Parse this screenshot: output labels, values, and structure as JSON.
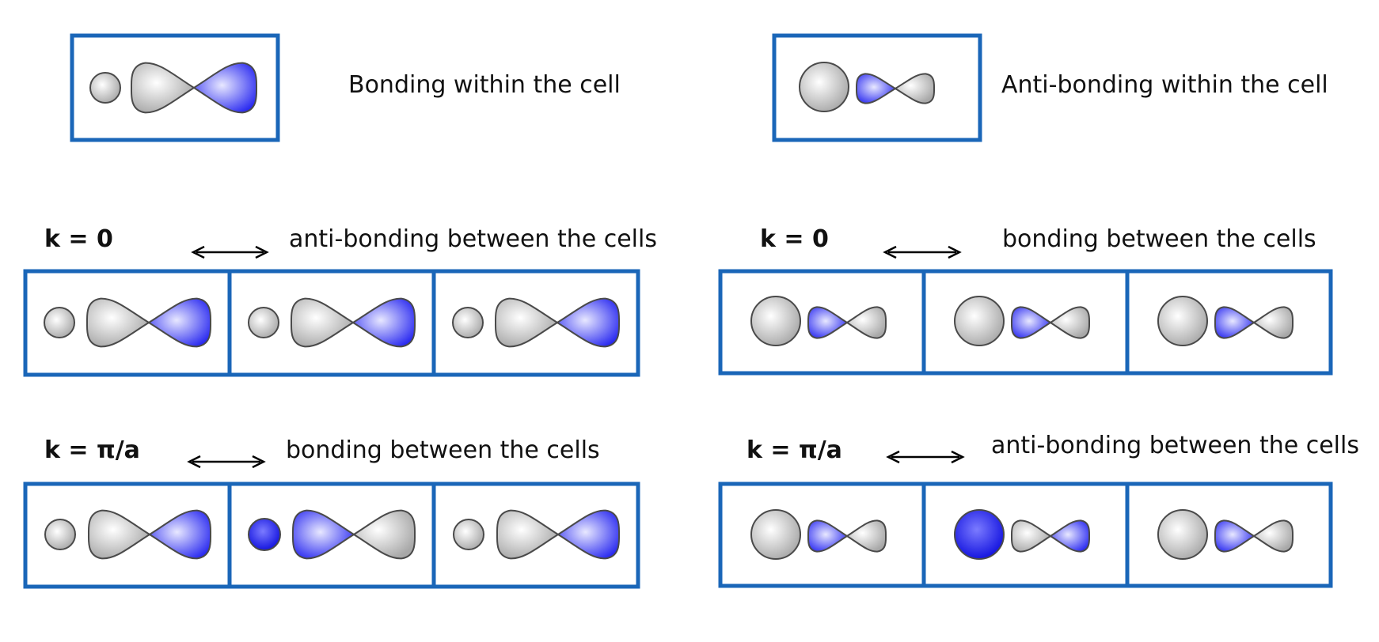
{
  "colors": {
    "frame": "#1a66b8",
    "gray": "#d6d6d6",
    "blue": "#3a3ae8",
    "outline": "#4a4a4a"
  },
  "top": {
    "bonding": {
      "label": "Bonding within the cell"
    },
    "antibonding": {
      "label": "Anti-bonding within the cell"
    }
  },
  "left": {
    "row1": {
      "k": "k = 0",
      "relation": "anti-bonding between the cells"
    },
    "row2": {
      "k": "k = π/a",
      "relation": "bonding between the cells"
    }
  },
  "right": {
    "row1": {
      "k": "k = 0",
      "relation": "bonding between the cells"
    },
    "row2": {
      "k": "k = π/a",
      "relation": "anti-bonding between the cells"
    }
  }
}
